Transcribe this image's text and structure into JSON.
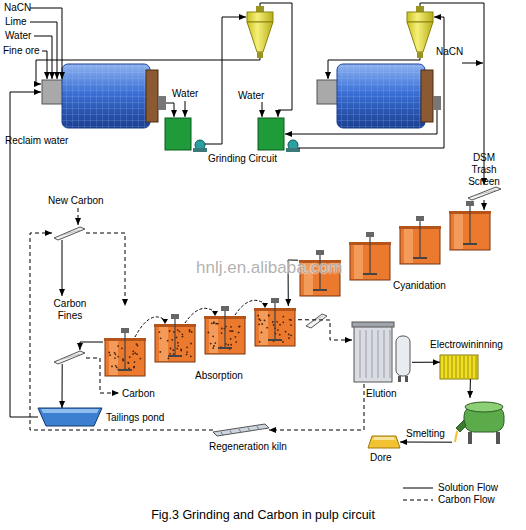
{
  "diagram": {
    "caption": "Fig.3 Grinding and Carbon in pulp circuit",
    "nodes": [
      {
        "text": [
          "DSM Trash Screen"
        ]
      },
      {
        "text": [
          "Cyanidation"
        ]
      },
      {
        "text": [
          "Absorption"
        ]
      },
      {
        "text": [
          "Carbon Fines"
        ]
      },
      {
        "text": [
          "Carbon"
        ]
      },
      {
        "text": [
          "Tailings pond"
        ]
      },
      {
        "text": [
          "Regeneration kiln"
        ]
      },
      {
        "text": [
          "Elution"
        ]
      },
      {
        "text": [
          "Electrowininning"
        ]
      },
      {
        "text": [
          "Smelting"
        ]
      },
      {
        "text": [
          "Dore"
        ]
      }
    ],
    "edges": [
      {
        "from": 0,
        "to": 1,
        "arrow": "to"
      },
      {
        "from": 1,
        "to": 2,
        "arrow": "to"
      },
      {
        "from": 2,
        "to": 4,
        "arrow": "to"
      },
      {
        "from": 4,
        "to": 5,
        "arrow": "to"
      },
      {
        "from": 3,
        "to": 2,
        "arrow": "to"
      },
      {
        "from": 2,
        "to": 7,
        "arrow": "to"
      },
      {
        "from": 7,
        "to": 8,
        "arrow": "to"
      },
      {
        "from": 8,
        "to": 9,
        "arrow": "to"
      },
      {
        "from": 9,
        "to": 10,
        "arrow": "to"
      },
      {
        "from": 7,
        "to": 6,
        "arrow": "to"
      },
      {
        "from": 6,
        "to": 3,
        "arrow": "to"
      }
    ],
    "labels": [
      "NaCN",
      "Lime",
      "Water",
      "Fine ore",
      "Reclaim water",
      "Water",
      "Water",
      "Grinding Circuit",
      "NaCN",
      "New Carbon",
      "hnlj.en.alibaba.com"
    ],
    "legend": [
      {
        "text": "Solution Flow"
      },
      {
        "text": "Carbon Flow"
      }
    ]
  }
}
